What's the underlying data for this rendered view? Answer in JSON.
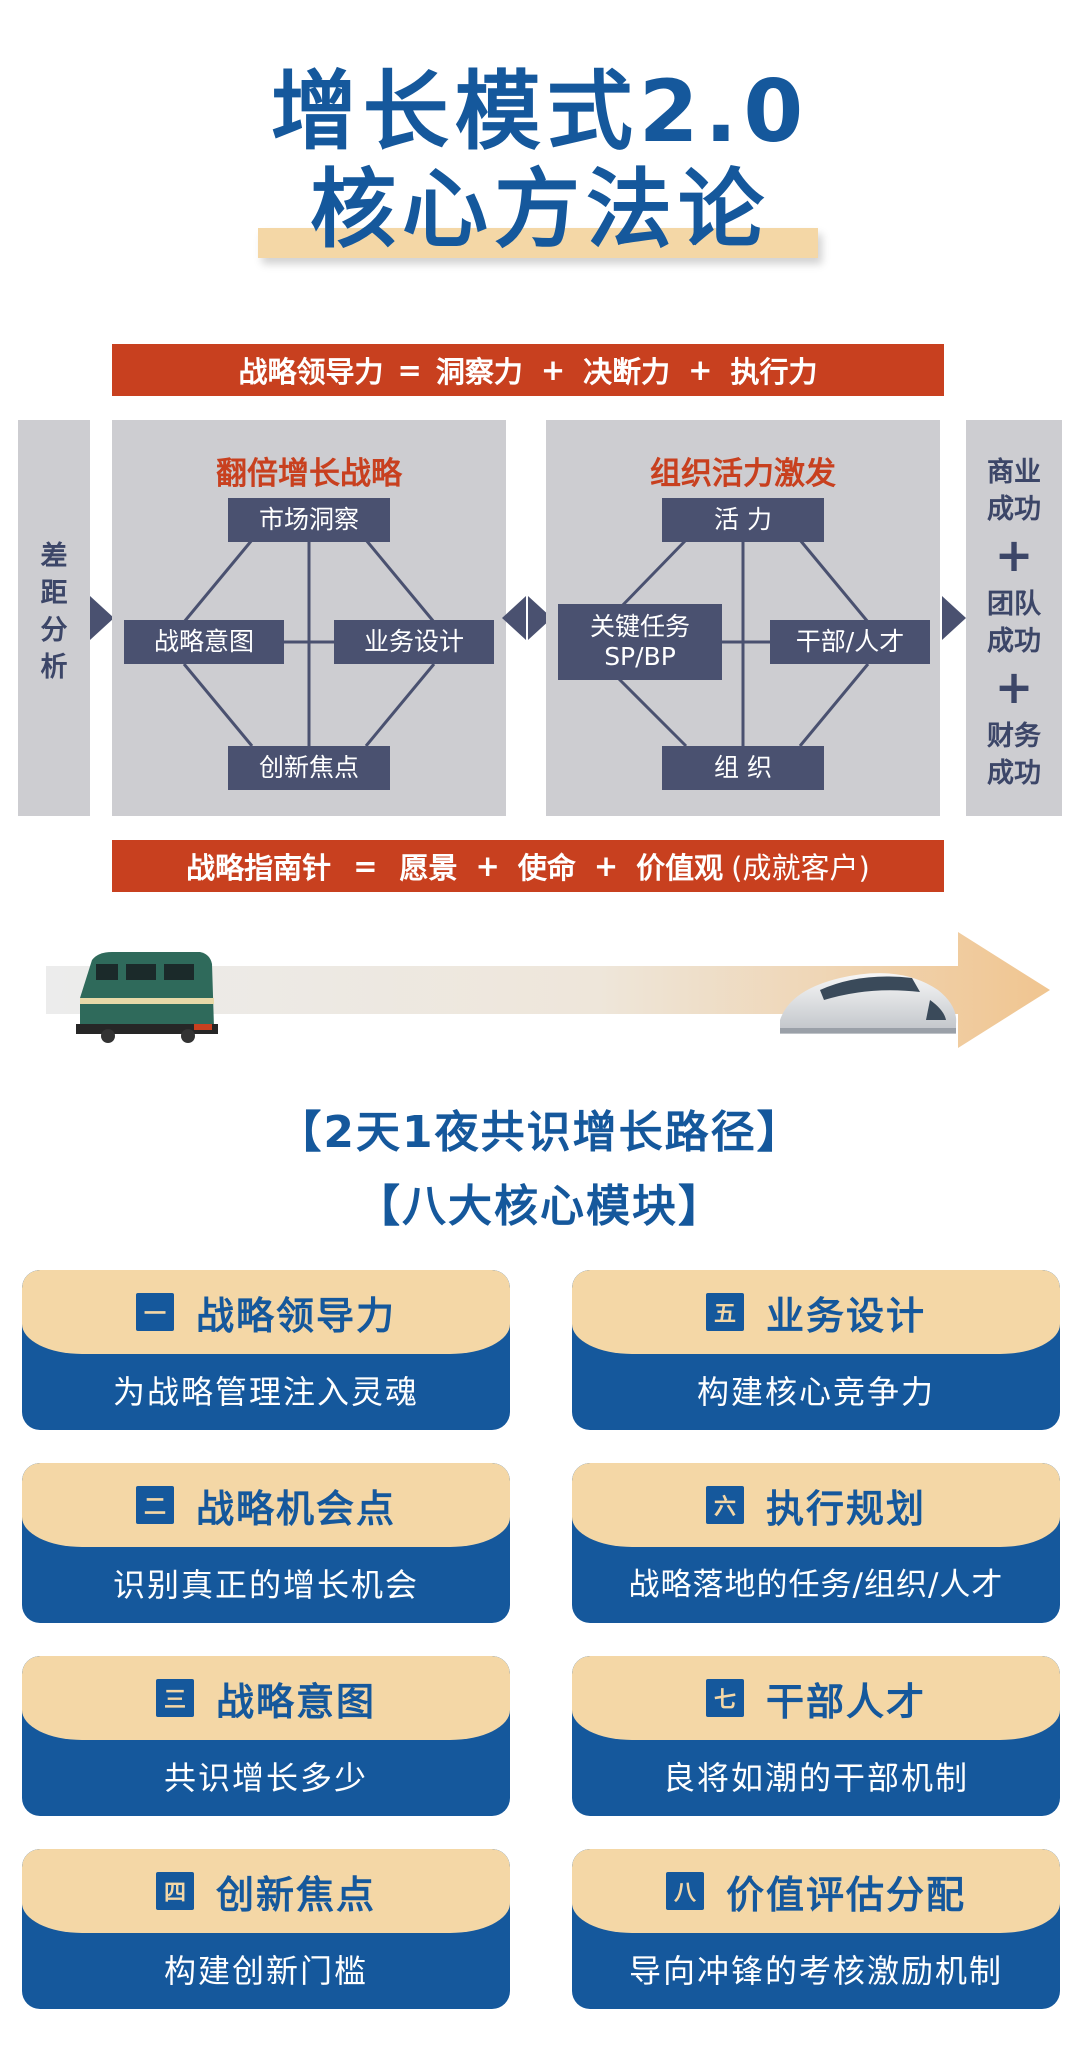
{
  "title": {
    "line1": "增长模式2.0",
    "line2": "核心方法论"
  },
  "top_formula": {
    "parts": [
      "战略领导力",
      "=",
      "洞察力",
      "+",
      "决断力",
      "+",
      "执行力"
    ]
  },
  "bottom_formula": {
    "parts": [
      "战略指南针",
      "=",
      "愿景",
      "+",
      "使命",
      "+",
      "价值观"
    ],
    "suffix": "(成就客户)"
  },
  "left_panel": {
    "label": "差距分析"
  },
  "growth_panel": {
    "title": "翻倍增长战略",
    "top": "市场洞察",
    "left": "战略意图",
    "right": "业务设计",
    "bottom": "创新焦点"
  },
  "org_panel": {
    "title": "组织活力激发",
    "top": "活 力",
    "left": "关键任务\nSP/BP",
    "right": "干部/人才",
    "bottom": "组 织"
  },
  "right_panel": {
    "items": [
      "商业\n成功",
      "团队\n成功",
      "财务\n成功"
    ],
    "plus": "+"
  },
  "section_heading_1": "【2天1夜共识增长路径】",
  "section_heading_2": "【八大核心模块】",
  "modules": [
    {
      "num": "一",
      "title": "战略领导力",
      "desc": "为战略管理注入灵魂"
    },
    {
      "num": "五",
      "title": "业务设计",
      "desc": "构建核心竞争力"
    },
    {
      "num": "二",
      "title": "战略机会点",
      "desc": "识别真正的增长机会"
    },
    {
      "num": "六",
      "title": "执行规划",
      "desc": "战略落地的任务/组织/人才"
    },
    {
      "num": "三",
      "title": "战略意图",
      "desc": "共识增长多少"
    },
    {
      "num": "七",
      "title": "干部人才",
      "desc": "良将如潮的干部机制"
    },
    {
      "num": "四",
      "title": "创新焦点",
      "desc": "构建创新门槛"
    },
    {
      "num": "八",
      "title": "价值评估分配",
      "desc": "导向冲锋的考核激励机制"
    }
  ],
  "colors": {
    "brand_blue": "#15589c",
    "accent_red": "#c8401f",
    "cream": "#f4d7a6",
    "node_navy": "#4a5170",
    "panel_gray": "#cdcdd1"
  }
}
